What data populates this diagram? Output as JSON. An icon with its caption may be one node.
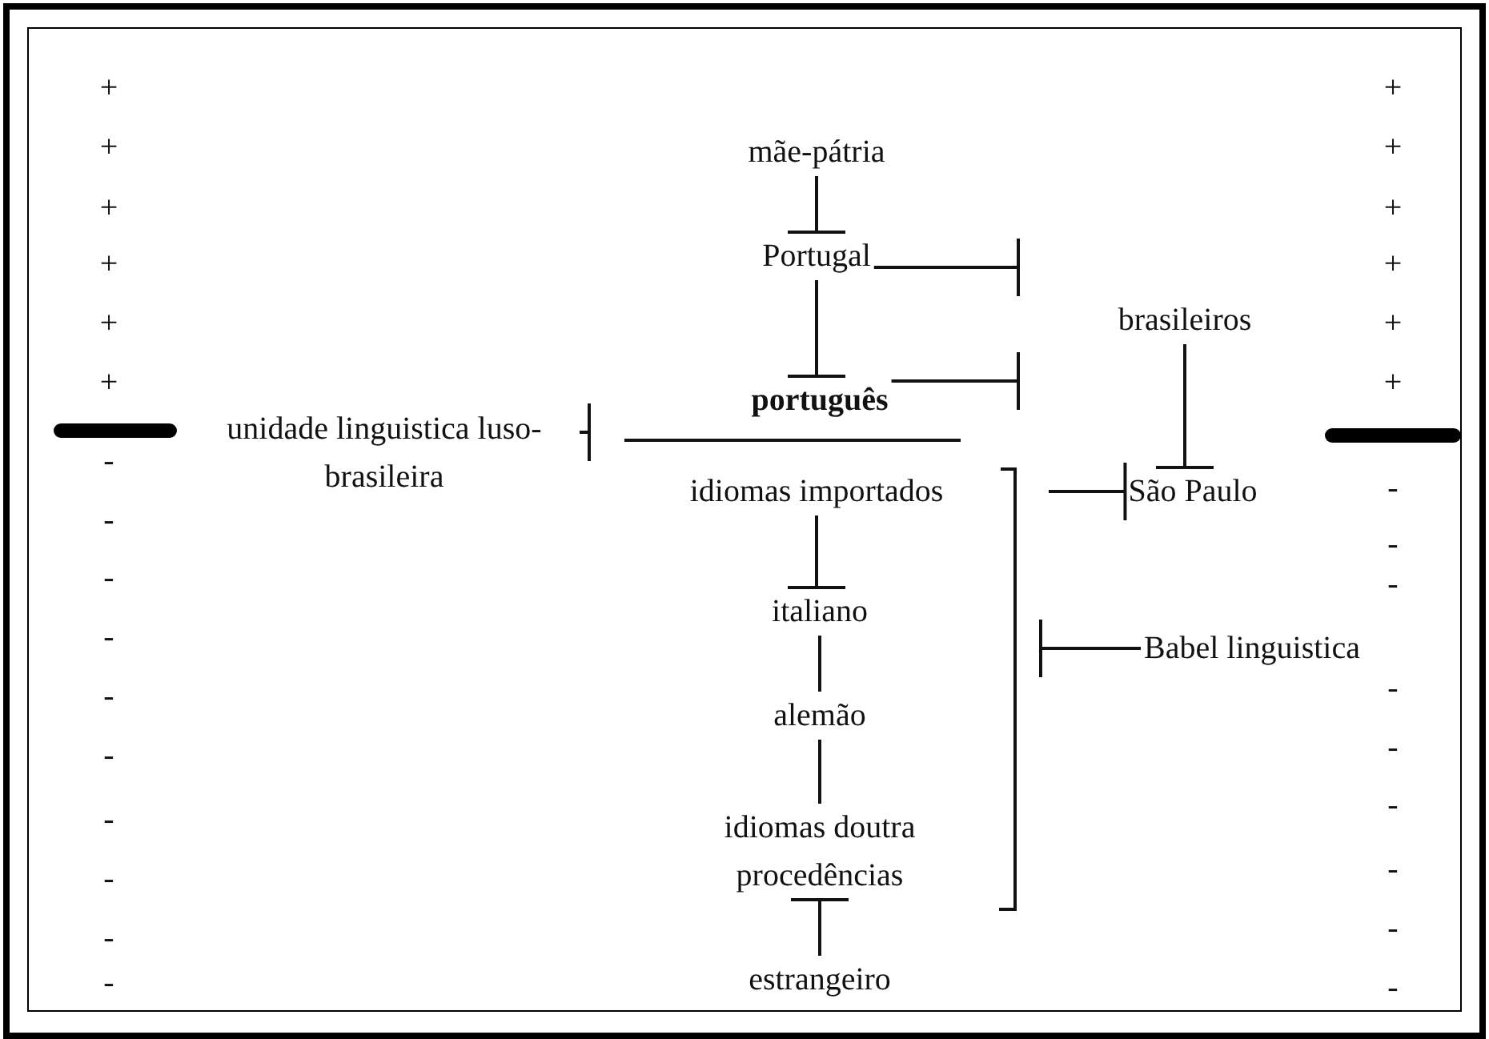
{
  "diagram": {
    "nodes": [
      {
        "text": [
          "mãe-pátria"
        ]
      },
      {
        "text": [
          "Portugal"
        ]
      },
      {
        "text": [
          "brasileiros"
        ]
      },
      {
        "text": [
          "unidade linguistica luso-brasileira"
        ]
      },
      {
        "text": [
          "português"
        ]
      },
      {
        "text": [
          "idiomas importados"
        ]
      },
      {
        "text": [
          "São Paulo"
        ]
      },
      {
        "text": [
          "italiano"
        ]
      },
      {
        "text": [
          "Babel linguistica"
        ]
      },
      {
        "text": [
          "alemão"
        ]
      },
      {
        "text": [
          "idiomas doutra procedências"
        ]
      },
      {
        "text": [
          "estrangeiro"
        ]
      }
    ],
    "edges": [
      {
        "from": 0,
        "to": 1,
        "arrow": "other"
      },
      {
        "from": 1,
        "to": 4,
        "arrow": "other"
      },
      {
        "from": 1,
        "to": null,
        "arrow": "other"
      },
      {
        "from": 4,
        "to": null,
        "arrow": "other"
      },
      {
        "from": 3,
        "to": null,
        "arrow": "other"
      },
      {
        "from": 2,
        "to": 6,
        "arrow": "other"
      },
      {
        "from": null,
        "to": 6,
        "arrow": "other"
      },
      {
        "from": 8,
        "to": null,
        "arrow": "other"
      },
      {
        "from": 5,
        "to": 7,
        "arrow": "other"
      },
      {
        "from": 7,
        "to": 9,
        "arrow": "none"
      },
      {
        "from": 9,
        "to": 10,
        "arrow": "none"
      },
      {
        "from": 11,
        "to": 10,
        "arrow": "other"
      }
    ],
    "labels": [
      "+",
      "+",
      "+",
      "+",
      "+",
      "+",
      "+",
      "+",
      "+",
      "+",
      "+",
      "+",
      "-",
      "-",
      "-",
      "-",
      "-",
      "-",
      "-",
      "-",
      "-",
      "-",
      "-",
      "-",
      "-",
      "-",
      "-",
      "-",
      "-",
      "-",
      "-"
    ]
  }
}
